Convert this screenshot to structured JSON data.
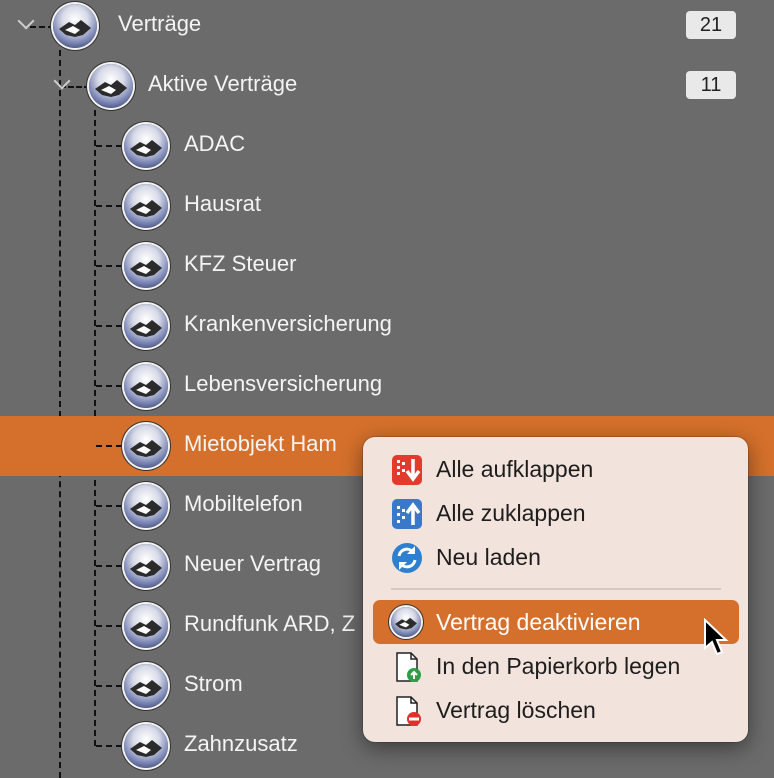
{
  "tree": {
    "root": {
      "label": "Verträge",
      "count": "21",
      "icon": "handshake-icon"
    },
    "group": {
      "label": "Aktive Verträge",
      "count": "11",
      "icon": "handshake-icon"
    },
    "items": [
      {
        "label": "ADAC"
      },
      {
        "label": "Hausrat"
      },
      {
        "label": "KFZ Steuer"
      },
      {
        "label": "Krankenversicherung"
      },
      {
        "label": "Lebensversicherung"
      },
      {
        "label": "Mietobjekt Ham",
        "selected": true
      },
      {
        "label": "Mobiltelefon"
      },
      {
        "label": "Neuer Vertrag"
      },
      {
        "label": "Rundfunk ARD, Z"
      },
      {
        "label": "Strom"
      },
      {
        "label": "Zahnzusatz"
      }
    ]
  },
  "context_menu": {
    "items": [
      {
        "label": "Alle aufklappen",
        "icon": "expand-all-icon"
      },
      {
        "label": "Alle zuklappen",
        "icon": "collapse-all-icon"
      },
      {
        "label": "Neu laden",
        "icon": "reload-icon"
      },
      {
        "label": "Vertrag deaktivieren",
        "icon": "handshake-icon",
        "highlighted": true
      },
      {
        "label": "In den Papierkorb legen",
        "icon": "trash-document-icon"
      },
      {
        "label": "Vertrag löschen",
        "icon": "delete-document-icon"
      }
    ]
  },
  "colors": {
    "background": "#6b6b6b",
    "selection": "#d4702b",
    "menu_background": "#f2e4dc"
  }
}
